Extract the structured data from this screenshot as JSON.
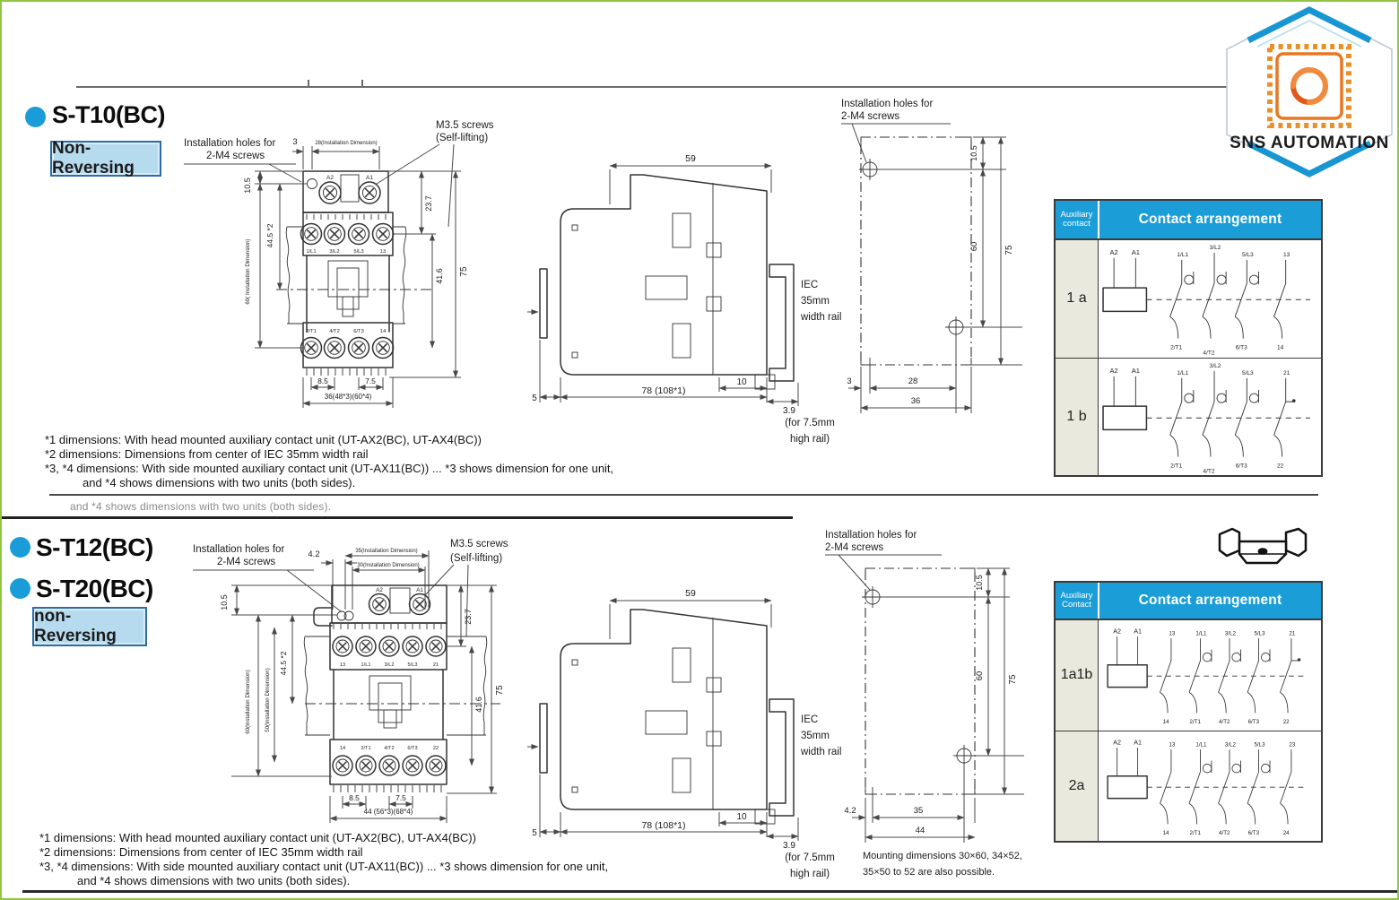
{
  "logo": {
    "text": "SNS AUTOMATION"
  },
  "shared": {
    "install_1": "Installation holes for",
    "install_2": "2-M4 screws",
    "m35_1": "M3.5 screws",
    "m35_2": "(Self-lifting)",
    "iec_1": "IEC",
    "iec_2": "35mm",
    "iec_3": "width rail",
    "rail_1": "(for 7.5mm",
    "rail_2": "high rail)",
    "d59": "59",
    "d10": "10",
    "d5": "5",
    "d78": "78 (108*1)",
    "d39": "3.9",
    "d105": "10.5",
    "d60": "60",
    "d75": "75",
    "d445": "44.5 *2",
    "d237": "23.7",
    "d416": "41.6",
    "d85": "8.5",
    "d75s": "7.5",
    "inst60": "60( Installation Dimension)",
    "inst60b": "60(Installation Dimension)",
    "inst50": "50(Installation Dimension)"
  },
  "footnotes": {
    "l1": "*1 dimensions: With head mounted auxiliary contact unit (UT-AX2(BC), UT-AX4(BC))",
    "l2": "*2 dimensions: Dimensions from center of IEC 35mm width rail",
    "l3": "*3, *4 dimensions: With side mounted auxiliary contact unit (UT-AX11(BC)) ... *3 shows dimension for one unit,",
    "l4": "and *4 shows dimensions with two units (both sides)."
  },
  "ghost": "and *4 shows dimensions with two units (both sides).",
  "s1": {
    "title": "S-T10(BC)",
    "badge": "Non-Reversing",
    "front": {
      "d3": "3",
      "inst28": "28(Installation Dimension)",
      "width": "36(48*3)(60*4)",
      "a2": "A2",
      "a1": "A1",
      "top_terms": [
        "1/L1",
        "3/L2",
        "5/L3",
        "13"
      ],
      "bot_terms": [
        "2/T1",
        "4/T2",
        "6/T3",
        "14"
      ]
    },
    "rear": {
      "d3": "3",
      "d28": "28",
      "d36": "36"
    },
    "table": {
      "aux1": "Auxiliary",
      "aux2": "contact",
      "title": "Contact arrangement",
      "rows": [
        {
          "label": "1 a",
          "a2": "A2",
          "a1": "A1",
          "top": [
            "1/L1",
            "3/L2",
            "5/L3",
            "13"
          ],
          "bot": [
            "2/T1",
            "4/T2",
            "6/T3",
            "14"
          ]
        },
        {
          "label": "1 b",
          "a2": "A2",
          "a1": "A1",
          "top": [
            "1/L1",
            "3/L2",
            "5/L3",
            "21"
          ],
          "bot": [
            "2/T1",
            "4/T2",
            "6/T3",
            "22"
          ]
        }
      ]
    }
  },
  "s2": {
    "title1": "S-T12(BC)",
    "title2": "S-T20(BC)",
    "badge": "non-Reversing",
    "front": {
      "d42": "4.2",
      "inst35": "35(Installation Dimension)",
      "inst30": "30(Installation Dimension)",
      "width": "44 (56*3)(68*4)",
      "a2": "A2",
      "a1": "A1",
      "top_terms": [
        "13",
        "1/L1",
        "3/L2",
        "5/L3",
        "21"
      ],
      "bot_terms": [
        "14",
        "2/T1",
        "4/T2",
        "6/T3",
        "22"
      ]
    },
    "rear": {
      "d42": "4.2",
      "d35": "35",
      "d44": "44",
      "note_1": "Mounting dimensions 30×60, 34×52,",
      "note_2": "35×50 to 52 are also possible."
    },
    "table": {
      "aux1": "Auxiliary",
      "aux2": "Contact",
      "title": "Contact arrangement",
      "rows": [
        {
          "label": "1a1b",
          "a2": "A2",
          "a1": "A1",
          "top": [
            "13",
            "1/L1",
            "3/L2",
            "5/L3",
            "21"
          ],
          "bot": [
            "14",
            "2/T1",
            "4/T2",
            "6/T3",
            "22"
          ]
        },
        {
          "label": "2a",
          "a2": "A2",
          "a1": "A1",
          "top": [
            "13",
            "1/L1",
            "3/L2",
            "5/L3",
            "23"
          ],
          "bot": [
            "14",
            "2/T1",
            "4/T2",
            "6/T3",
            "24"
          ]
        }
      ]
    }
  }
}
